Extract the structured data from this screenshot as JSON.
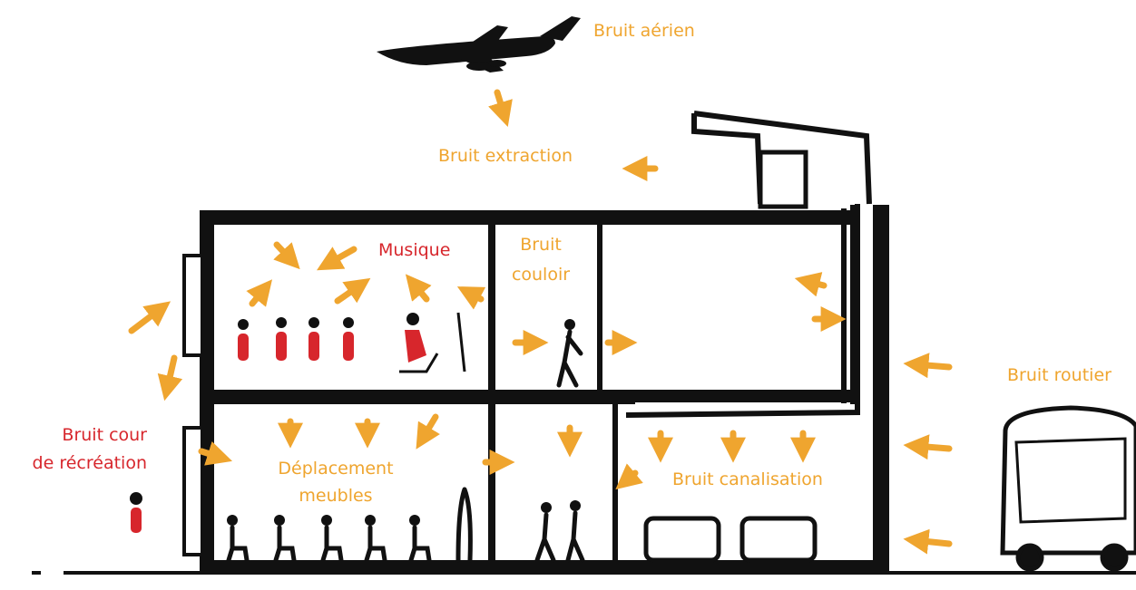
{
  "labels": {
    "bruit_aerien": "Bruit aérien",
    "bruit_extraction": "Bruit extraction",
    "musique": "Musique",
    "bruit_couloir_1": "Bruit",
    "bruit_couloir_2": "couloir",
    "bruit_routier": "Bruit routier",
    "bruit_cour_1": "Bruit cour",
    "bruit_cour_2": "de récréation",
    "deplacement_1": "Déplacement",
    "deplacement_2": "meubles",
    "bruit_canalisation": "Bruit canalisation"
  },
  "colors": {
    "noise_orange": "#EFA52F",
    "indoor_red": "#D7262C",
    "ink": "#111111"
  },
  "icons": [
    "airplane-icon",
    "bus-icon",
    "person-icon",
    "noise-arrow-icon",
    "ventilation-duct-icon",
    "pipe-icon"
  ]
}
